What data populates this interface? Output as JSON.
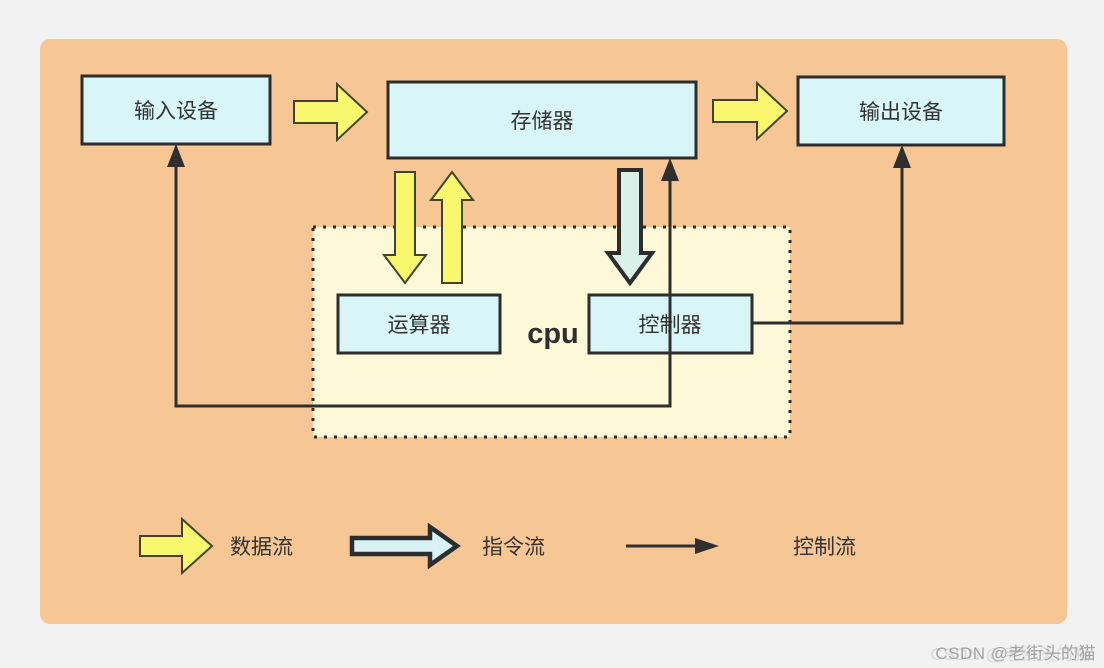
{
  "diagram": {
    "title": "computer-architecture-flow",
    "nodes": {
      "input": {
        "label": "输入设备"
      },
      "memory": {
        "label": "存储器"
      },
      "output": {
        "label": "输出设备"
      },
      "alu": {
        "label": "运算器"
      },
      "controller": {
        "label": "控制器"
      },
      "cpu": {
        "label": "cpu"
      }
    },
    "edges": [
      {
        "from": "input",
        "to": "memory",
        "type": "data-flow"
      },
      {
        "from": "memory",
        "to": "output",
        "type": "data-flow"
      },
      {
        "from": "memory",
        "to": "alu",
        "type": "data-flow"
      },
      {
        "from": "alu",
        "to": "memory",
        "type": "data-flow"
      },
      {
        "from": "memory",
        "to": "controller",
        "type": "instruction-flow"
      },
      {
        "from": "controller",
        "to": "memory",
        "type": "control-flow"
      },
      {
        "from": "controller",
        "to": "input",
        "type": "control-flow"
      },
      {
        "from": "controller",
        "to": "output",
        "type": "control-flow"
      }
    ]
  },
  "legend": {
    "data_flow": "数据流",
    "instruction_flow": "指令流",
    "control_flow": "控制流"
  },
  "watermark": "CSDN @老街头的猫",
  "colors": {
    "page_background": "#f2f2f3",
    "panel": "#f6c795",
    "node_fill": "#d8f5f8",
    "cpu_region_fill": "#fdf8d8",
    "data_flow_arrow": "#f8f76e",
    "instruction_flow_arrow": "#daf1ea",
    "control_flow_line": "#2f2f2f",
    "outline": "#2d2d2d"
  }
}
